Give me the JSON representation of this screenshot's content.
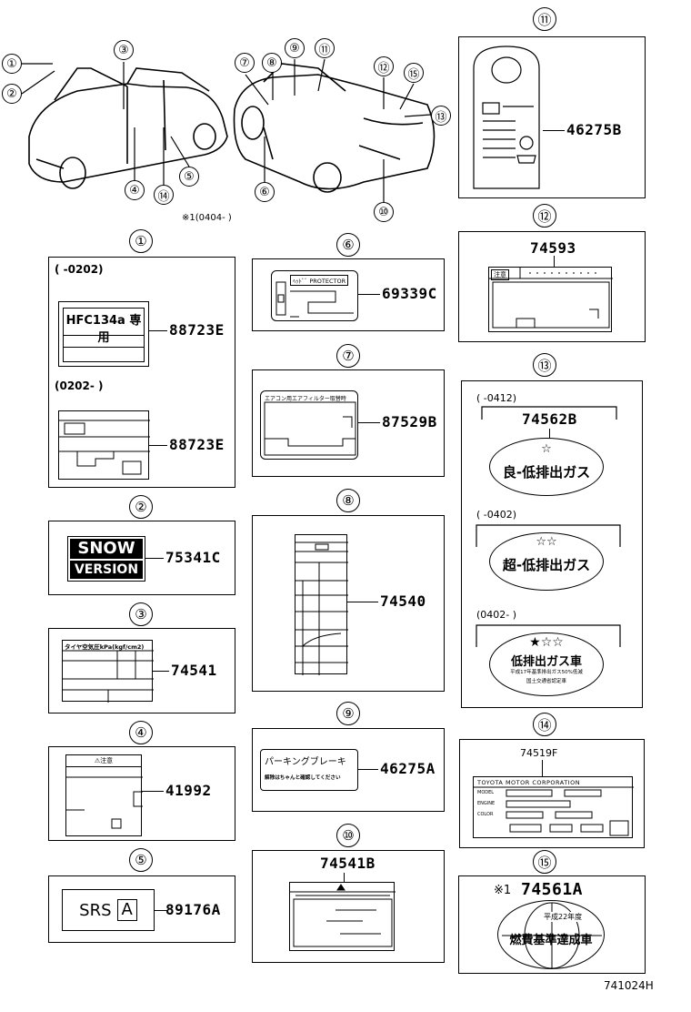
{
  "header": {
    "callout_1": "①",
    "callout_2": "②",
    "callout_3": "③",
    "callout_4": "④",
    "callout_5": "⑤",
    "callout_6": "⑥",
    "callout_7": "⑦",
    "callout_8": "⑧",
    "callout_9": "⑨",
    "callout_10": "⑩",
    "callout_11": "⑪",
    "callout_12": "⑫",
    "callout_13": "⑬",
    "callout_14": "⑭",
    "callout_15": "⑮",
    "note": "※1(0404-     )"
  },
  "labels": {
    "l1": {
      "title": "①",
      "range_a": "(        -0202)",
      "text_a": "HFC134a 専用",
      "part_a": "88723E",
      "range_b": "(0202-          )",
      "part_b": "88723E"
    },
    "l2": {
      "title": "②",
      "line1": "SNOW",
      "line2": "VERSION",
      "part": "75341C"
    },
    "l3": {
      "title": "③",
      "head": "タイヤ空気圧kPa(kgf/cm2)",
      "part": "74541"
    },
    "l4": {
      "title": "④",
      "head": "⚠注意",
      "part": "41992"
    },
    "l5": {
      "title": "⑤",
      "srs": "SRS",
      "a": "A",
      "part": "89176A"
    },
    "l6": {
      "title": "⑥",
      "head": "ﾍｯﾄﾞﾞ PROTECTOR",
      "part": "69339C"
    },
    "l7": {
      "title": "⑦",
      "head": "エアコン用エアフィルター取替時",
      "part": "87529B"
    },
    "l8": {
      "title": "⑧",
      "part": "74540"
    },
    "l9": {
      "title": "⑨",
      "line1": "パーキングブレーキ",
      "line2": "解除はちゃんと確認してください",
      "part": "46275A"
    },
    "l10": {
      "title": "⑩",
      "part": "74541B"
    },
    "l11": {
      "title": "⑪",
      "part": "46275B"
    },
    "l12": {
      "title": "⑫",
      "part": "74593",
      "head": "注意"
    },
    "l13": {
      "title": "⑬",
      "range_a": "(        -0412)",
      "part_a": "74562B",
      "text_a": "良-低排出ガス",
      "range_b": "(        -0402)",
      "text_b": "超-低排出ガス",
      "range_c": "(0402-          )",
      "text_c": "低排出ガス車",
      "sub_c1": "平成17年基準排出ガス50%低減",
      "sub_c2": "国土交通省認定車"
    },
    "l14": {
      "title": "⑭",
      "part": "74519F",
      "maker": "TOYOTA MOTOR CORPORATION",
      "r1": "MODEL",
      "r2": "ENGINE",
      "r3": "COLOR"
    },
    "l15": {
      "title": "⑮",
      "note": "※1",
      "part": "74561A",
      "text1": "平成22年度",
      "text2": "燃費基準達成車"
    }
  },
  "footer": {
    "code": "741024H"
  }
}
